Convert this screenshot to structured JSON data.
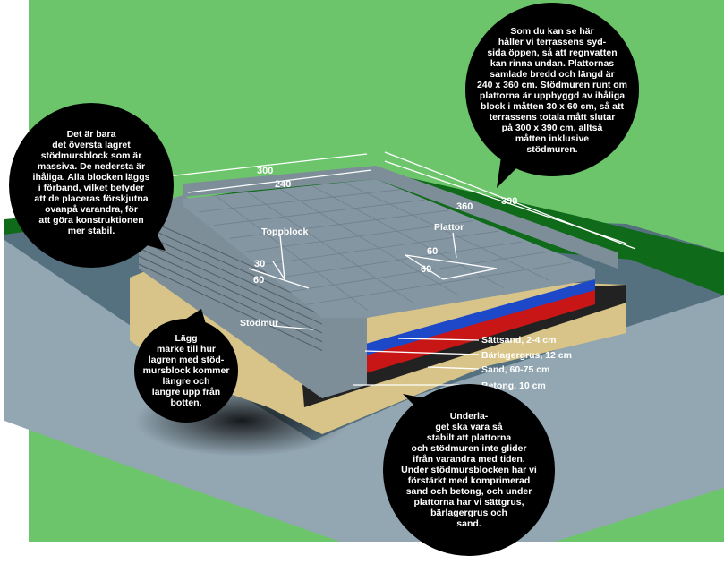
{
  "colors": {
    "grass": "#6cc56a",
    "grass_dark": "#0f6a1a",
    "ground_top": "#55707f",
    "ground_side": "#93a7b3",
    "slab_top": "#8596a3",
    "block": "#7d8e99",
    "sand": "#d8c488",
    "blue": "#1d49c8",
    "red": "#c81616",
    "bubble": "#000000"
  },
  "callouts": {
    "top_right": [
      "Som du kan se här",
      "håller vi terrassens syd-",
      "sida öppen, så att regnvatten",
      "kan rinna undan. Plattornas",
      "samlade bredd och längd är",
      "240 x 360 cm. Stödmuren runt om",
      "plattorna är uppbyggd av ihåliga",
      "block i måtten 30 x 60 cm, så att",
      "terrassens totala mått slutar",
      "på 300 x 390 cm, alltså",
      "måtten inklusive",
      "stödmuren."
    ],
    "top_left": [
      "Det är bara",
      "det översta lagret",
      "stödmursblock som är",
      "massiva. De nedersta är",
      "ihåliga. Alla blocken läggs",
      "i förband, vilket betyder",
      "att de placeras förskjutna",
      "ovanpå varandra, för",
      "att göra konstruktionen",
      "mer stabil."
    ],
    "left_mid": [
      "Lägg",
      "märke till hur",
      "lagren med stöd-",
      "mursblock kommer",
      "längre och",
      "längre upp från",
      "botten."
    ],
    "bottom": [
      "Underla-",
      "get ska vara så",
      "stabilt att plattorna",
      "och stödmuren inte glider",
      "ifrån varandra med tiden.",
      "Under stödmursblocken har vi",
      "förstärkt med komprimerad",
      "sand och betong, och under",
      "plattorna har vi sättgrus,",
      "bärlagergrus och",
      "sand."
    ]
  },
  "dimensions": {
    "d300": "300",
    "d240": "240",
    "d360": "360",
    "d390": "390",
    "block_w": "30",
    "block_l": "60",
    "tile_w": "60",
    "tile_l": "60"
  },
  "labels": {
    "toppblock": "Toppblock",
    "plattor": "Plattor",
    "stodmur": "Stödmur",
    "layers": [
      "Sättsand, 2-4 cm",
      "Bärlagergrus, 12 cm",
      "Sand, 60-75 cm",
      "Betong, 10 cm"
    ]
  }
}
